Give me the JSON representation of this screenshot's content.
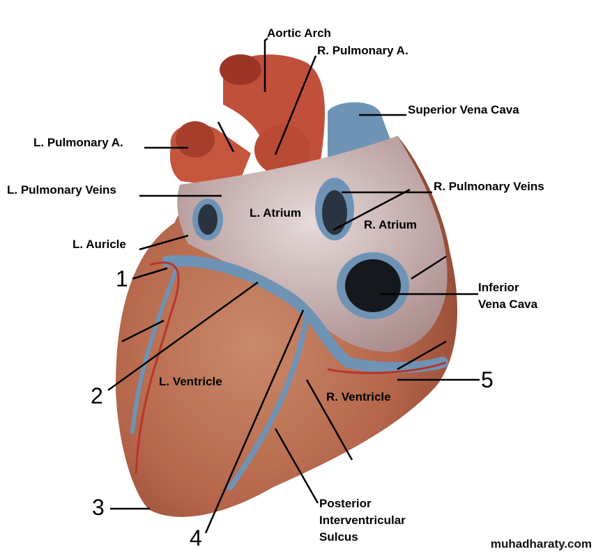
{
  "title": "Posterior view of the heart",
  "labels": {
    "aortic_arch": "Aortic Arch",
    "r_pulmonary_a": "R. Pulmonary A.",
    "superior_vena_cava": "Superior Vena Cava",
    "l_pulmonary_a": "L. Pulmonary A.",
    "l_pulmonary_veins": "L. Pulmonary Veins",
    "r_pulmonary_veins": "R. Pulmonary Veins",
    "l_atrium": "L. Atrium",
    "r_atrium": "R. Atrium",
    "l_auricle": "L. Auricle",
    "inferior_vena_cava_1": "Inferior",
    "inferior_vena_cava_2": "Vena Cava",
    "l_ventricle": "L. Ventricle",
    "r_ventricle": "R. Ventricle",
    "piv_1": "Posterior",
    "piv_2": "Interventricular",
    "piv_3": "Sulcus"
  },
  "numbers": [
    "1",
    "2",
    "3",
    "4",
    "5"
  ],
  "watermark": "muhadharaty.com",
  "colors": {
    "muscle": "#b86a4f",
    "atria": "#cdb6b4",
    "aorta": "#c0503a",
    "vein": "#6f93b5",
    "fat": "#d9b070"
  }
}
